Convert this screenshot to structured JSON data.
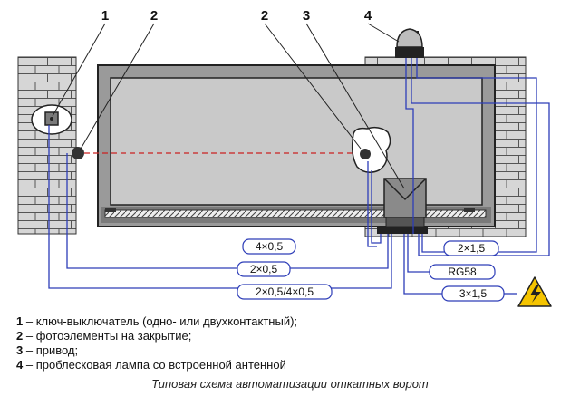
{
  "callouts": {
    "key_switch": "1",
    "photocell_left": "2",
    "photocell_right": "2",
    "drive": "3",
    "lamp": "4"
  },
  "cables": {
    "photocell_cable": "4×0,5",
    "key_switch_cable": "2×0,5",
    "photocell_tx_cable": "2×0,5/4×0,5",
    "lamp_power_cable": "2×1,5",
    "antenna_cable": "RG58",
    "mains_cable": "3×1,5"
  },
  "legend": [
    {
      "num": "1",
      "text": " – ключ-выключатель (одно- или двухконтактный);"
    },
    {
      "num": "2",
      "text": " – фотоэлементы на закрытие;"
    },
    {
      "num": "3",
      "text": " – привод;"
    },
    {
      "num": "4",
      "text": " – проблесковая лампа со встроенной антенной"
    }
  ],
  "caption": "Типовая схема автоматизации откатных ворот",
  "colors": {
    "wire": "#2d3db8",
    "beam": "#cc2222",
    "gate_fill": "#c9c9c9",
    "wall_fill": "#d6d6d6",
    "warning": "#f5c400"
  },
  "icons": {
    "warning": "high-voltage-warning-icon"
  }
}
